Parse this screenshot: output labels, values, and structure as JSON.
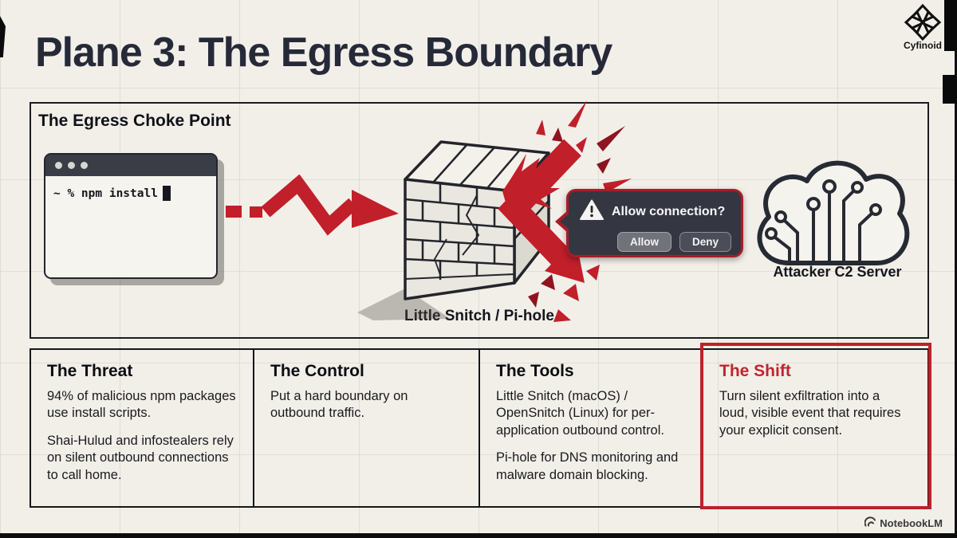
{
  "slide": {
    "title": "Plane 3: The Egress Boundary",
    "brand": "Cyfinoid",
    "watermark": "NotebookLM"
  },
  "diagram": {
    "heading": "The Egress Choke Point",
    "terminal_command": "~ % npm install",
    "alert": {
      "title": "Allow connection?",
      "allow": "Allow",
      "deny": "Deny"
    },
    "cloud_label": "Attacker C2 Server",
    "caption": "Little Snitch / Pi-hole"
  },
  "columns": [
    {
      "heading": "The Threat",
      "paragraphs": [
        "94% of malicious npm packages use install scripts.",
        "Shai-Hulud and infostealers rely on silent outbound connections to call home."
      ]
    },
    {
      "heading": "The Control",
      "paragraphs": [
        "Put a hard boundary on outbound traffic."
      ]
    },
    {
      "heading": "The Tools",
      "paragraphs": [
        "Little Snitch (macOS) / OpenSnitch (Linux) for per-application outbound control.",
        "Pi-hole for DNS monitoring and malware domain blocking."
      ]
    },
    {
      "heading": "The Shift",
      "paragraphs": [
        "Turn silent exfiltration into a loud, visible event that requires your explicit consent."
      ]
    }
  ],
  "colors": {
    "accent_red": "#c01f28",
    "dark_red": "#8e1420",
    "ink": "#20232e",
    "background": "#f2efe9",
    "panel_dark": "#343741"
  }
}
